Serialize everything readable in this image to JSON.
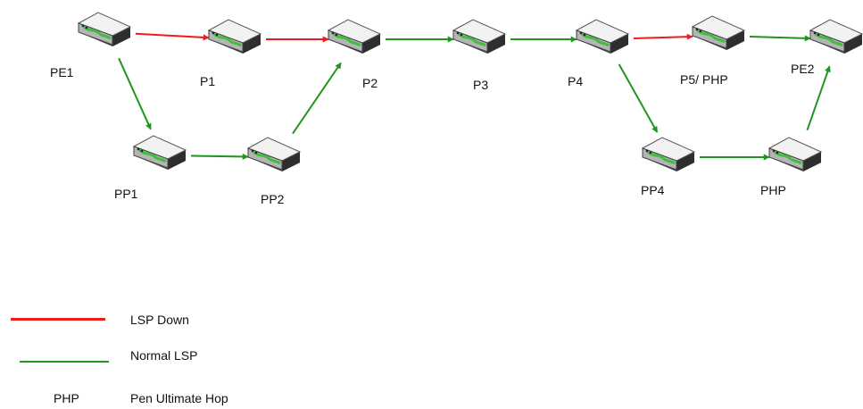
{
  "colors": {
    "lsp_down": "#ee1c1c",
    "normal_lsp": "#1f961f",
    "router_body": "#4a4a4a",
    "router_top": "#f2f2f2",
    "router_side": "#b5b5b5",
    "router_stripe": "#3fbf3f"
  },
  "icons": {
    "router": "router-icon"
  },
  "nodes": [
    {
      "id": "PE1",
      "label": "PE1"
    },
    {
      "id": "P1",
      "label": "P1"
    },
    {
      "id": "P2",
      "label": "P2"
    },
    {
      "id": "P3",
      "label": "P3"
    },
    {
      "id": "P4",
      "label": "P4"
    },
    {
      "id": "P5",
      "label": "P5/ PHP"
    },
    {
      "id": "PE2",
      "label": "PE2"
    },
    {
      "id": "PP1",
      "label": "PP1"
    },
    {
      "id": "PP2",
      "label": "PP2"
    },
    {
      "id": "PP4",
      "label": "PP4"
    },
    {
      "id": "PHP",
      "label": "PHP"
    }
  ],
  "links": [
    {
      "from": "PE1",
      "to": "P1",
      "status": "down"
    },
    {
      "from": "P1",
      "to": "P2",
      "status": "down"
    },
    {
      "from": "P2",
      "to": "P3",
      "status": "normal"
    },
    {
      "from": "P3",
      "to": "P4",
      "status": "normal"
    },
    {
      "from": "P4",
      "to": "P5",
      "status": "down"
    },
    {
      "from": "P5",
      "to": "PE2",
      "status": "normal"
    },
    {
      "from": "PE1",
      "to": "PP1",
      "status": "normal"
    },
    {
      "from": "PP1",
      "to": "PP2",
      "status": "normal"
    },
    {
      "from": "PP2",
      "to": "P2",
      "status": "normal"
    },
    {
      "from": "P4",
      "to": "PP4",
      "status": "normal"
    },
    {
      "from": "PP4",
      "to": "PHP",
      "status": "normal"
    },
    {
      "from": "PHP",
      "to": "PE2",
      "status": "normal"
    }
  ],
  "legend": {
    "lsp_down_label": "LSP Down",
    "normal_lsp_label": "Normal LSP",
    "php_abbr": "PHP",
    "php_meaning": "Pen Ultimate Hop"
  }
}
